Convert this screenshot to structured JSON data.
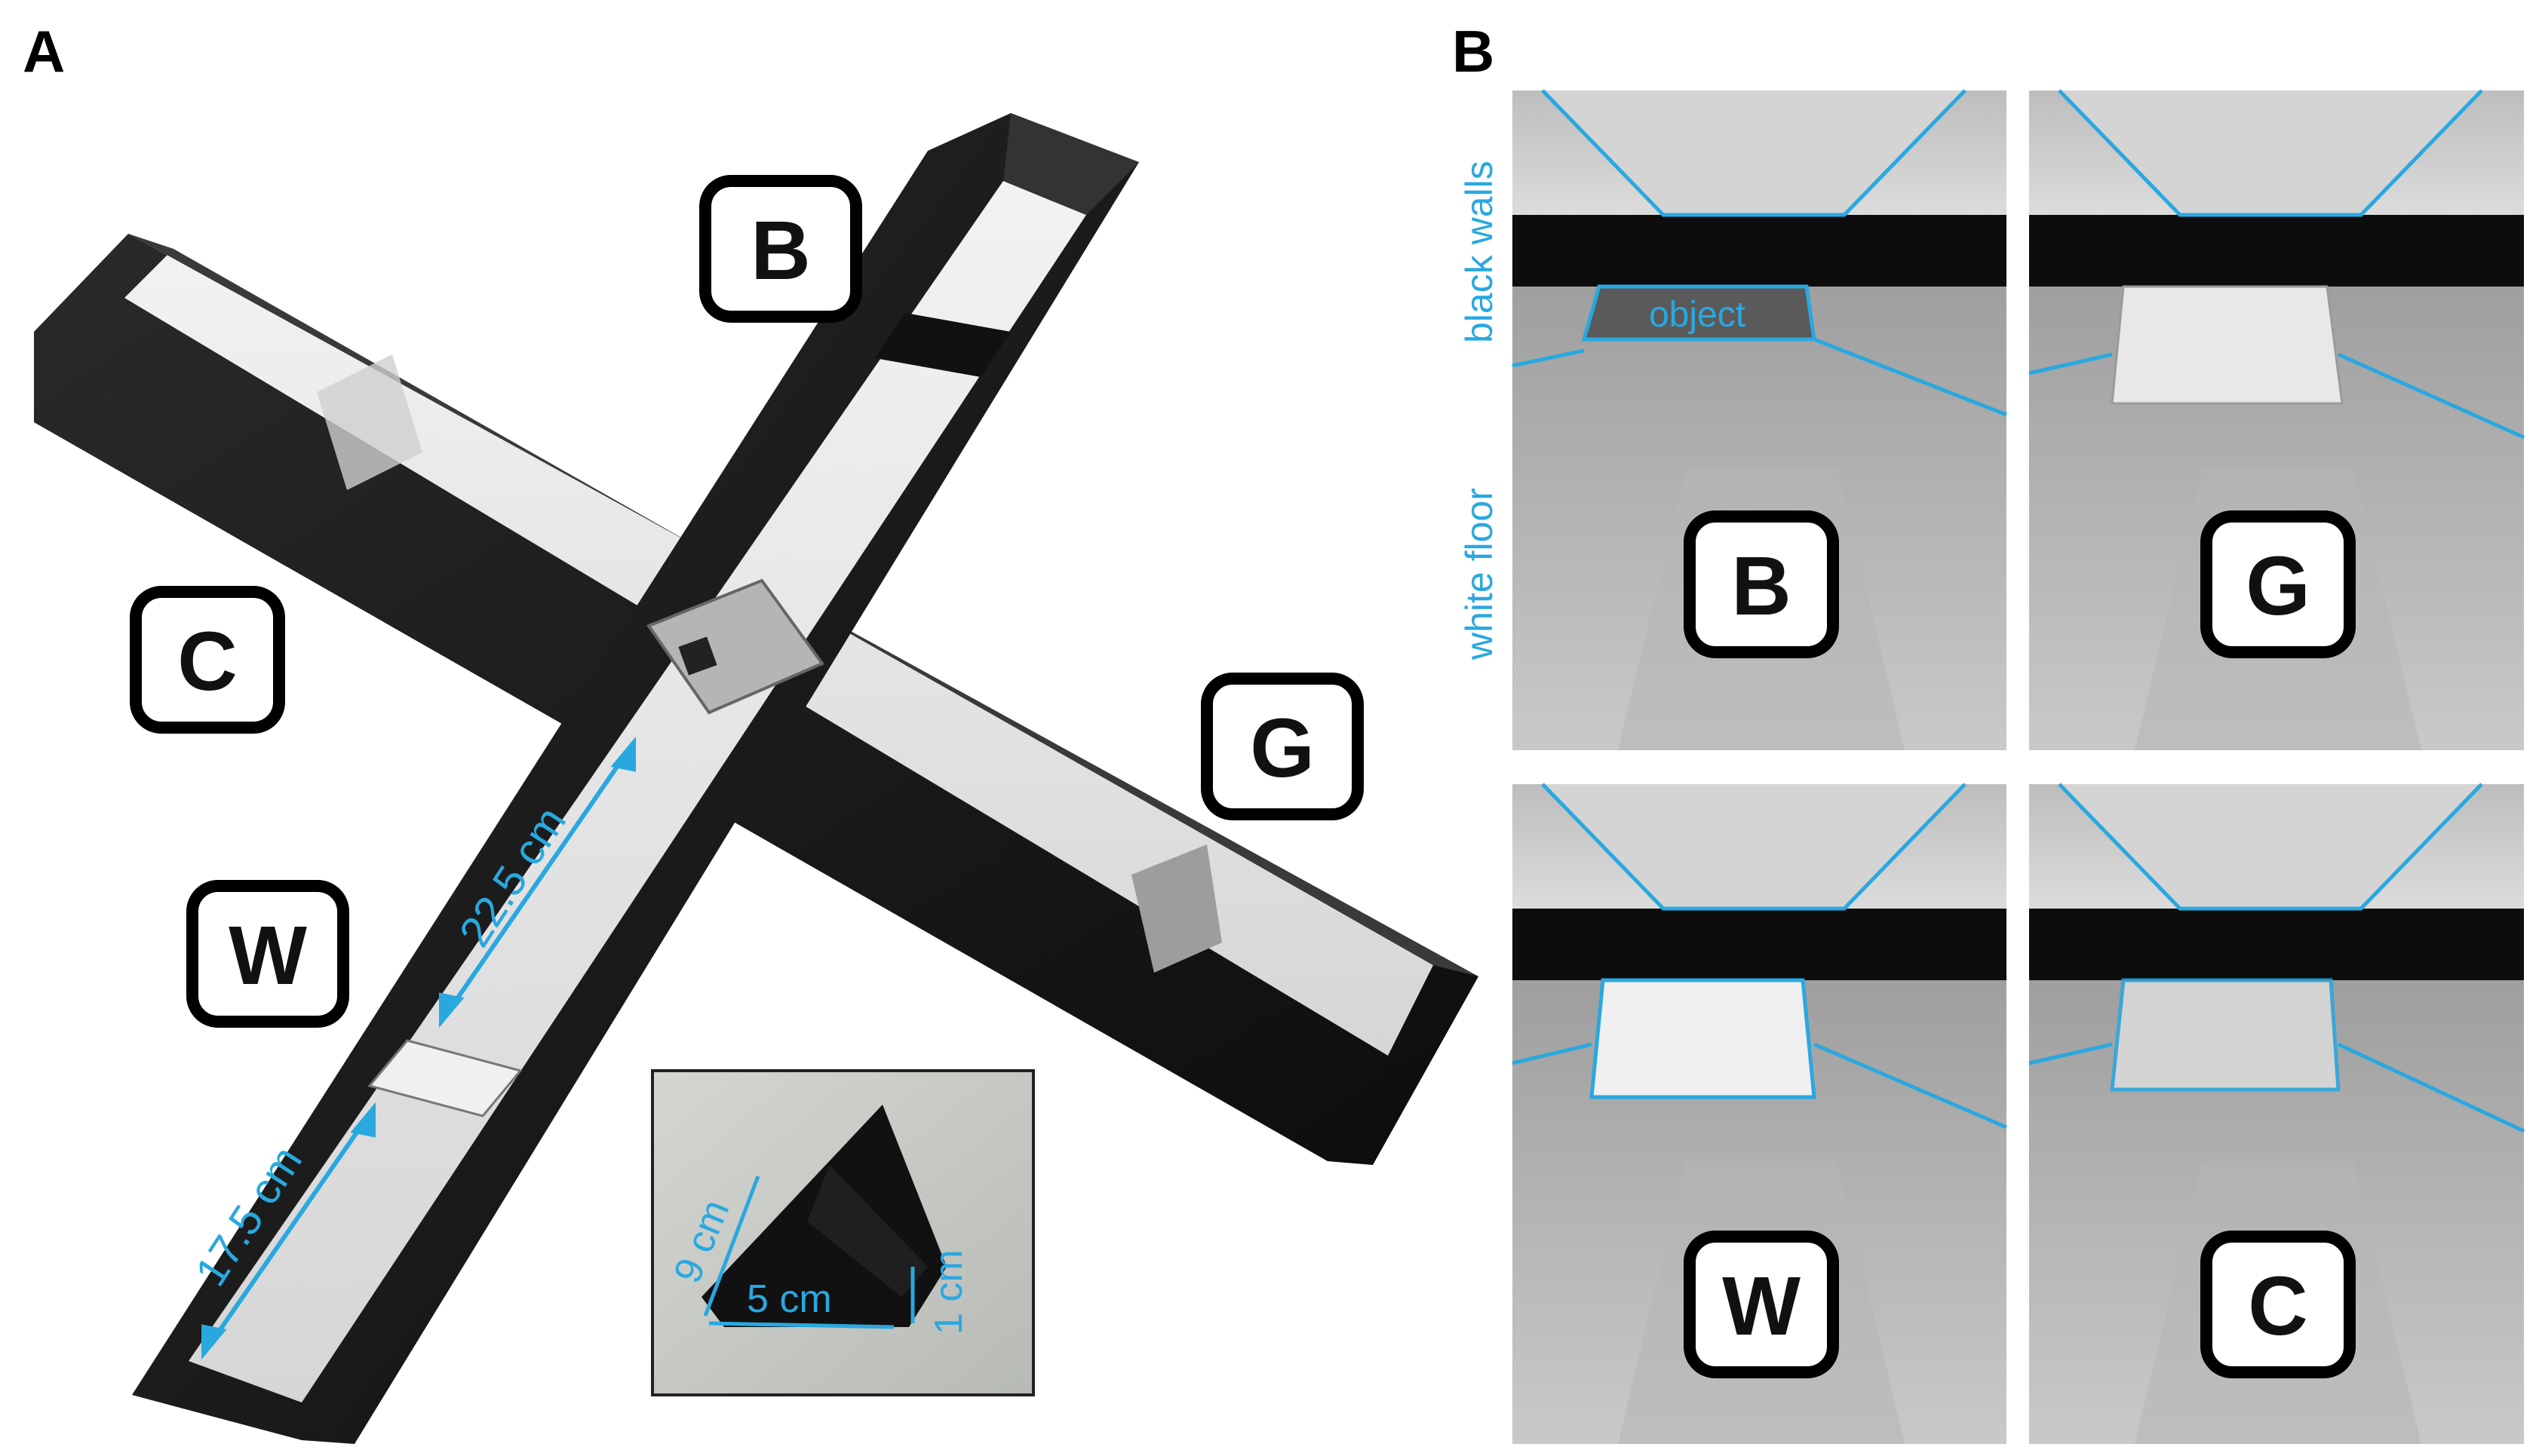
{
  "panels": {
    "a": {
      "letter": "A",
      "arm_labels": {
        "b": "B",
        "c": "C",
        "g": "G",
        "w": "W"
      },
      "measurements": {
        "arm_inner": "22.5 cm",
        "arm_outer": "17.5 cm"
      },
      "inset_object": {
        "height": "9 cm",
        "width": "5 cm",
        "thickness": "1 cm"
      }
    },
    "b": {
      "letter": "B",
      "side_labels": {
        "walls": "black walls",
        "floor": "white floor"
      },
      "object_label": "object",
      "views": [
        "B",
        "G",
        "W",
        "C"
      ]
    }
  },
  "colors": {
    "annotation": "#29a8e0",
    "walls": "#1c1c1c",
    "floor": "#e9e9e9"
  }
}
